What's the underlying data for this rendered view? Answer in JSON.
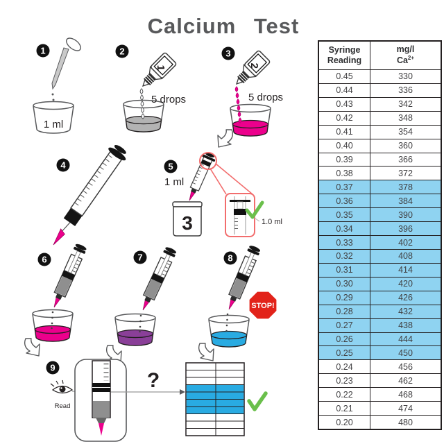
{
  "title": "Calcium Test",
  "steps": {
    "s1": {
      "num": "1",
      "cup_label": "1 ml"
    },
    "s2": {
      "num": "2",
      "bottle_label": "1",
      "drops_label": "5 drops"
    },
    "s3": {
      "num": "3",
      "bottle_label": "2",
      "drops_label": "5 drops"
    },
    "s4": {
      "num": "4"
    },
    "s5": {
      "num": "5",
      "volume_label": "1 ml",
      "jar_label": "3",
      "inset_label": "1.0 ml"
    },
    "s6": {
      "num": "6"
    },
    "s7": {
      "num": "7"
    },
    "s8": {
      "num": "8",
      "stop_label": "STOP!"
    },
    "s9": {
      "num": "9",
      "read_label": "Read",
      "question_label": "?"
    }
  },
  "table": {
    "header": {
      "col1_line1": "Syringe",
      "col1_line2": "Reading",
      "col2_line1": "mg/l",
      "col2_base": "Ca",
      "col2_sup": "2+"
    },
    "rows": [
      {
        "reading": "0.45",
        "value": "330",
        "highlight": false
      },
      {
        "reading": "0.44",
        "value": "336",
        "highlight": false
      },
      {
        "reading": "0.43",
        "value": "342",
        "highlight": false
      },
      {
        "reading": "0.42",
        "value": "348",
        "highlight": false
      },
      {
        "reading": "0.41",
        "value": "354",
        "highlight": false
      },
      {
        "reading": "0.40",
        "value": "360",
        "highlight": false
      },
      {
        "reading": "0.39",
        "value": "366",
        "highlight": false
      },
      {
        "reading": "0.38",
        "value": "372",
        "highlight": false
      },
      {
        "reading": "0.37",
        "value": "378",
        "highlight": true
      },
      {
        "reading": "0.36",
        "value": "384",
        "highlight": true
      },
      {
        "reading": "0.35",
        "value": "390",
        "highlight": true
      },
      {
        "reading": "0.34",
        "value": "396",
        "highlight": true
      },
      {
        "reading": "0.33",
        "value": "402",
        "highlight": true
      },
      {
        "reading": "0.32",
        "value": "408",
        "highlight": true
      },
      {
        "reading": "0.31",
        "value": "414",
        "highlight": true
      },
      {
        "reading": "0.30",
        "value": "420",
        "highlight": true
      },
      {
        "reading": "0.29",
        "value": "426",
        "highlight": true
      },
      {
        "reading": "0.28",
        "value": "432",
        "highlight": true
      },
      {
        "reading": "0.27",
        "value": "438",
        "highlight": true
      },
      {
        "reading": "0.26",
        "value": "444",
        "highlight": true
      },
      {
        "reading": "0.25",
        "value": "450",
        "highlight": true
      },
      {
        "reading": "0.24",
        "value": "456",
        "highlight": false
      },
      {
        "reading": "0.23",
        "value": "462",
        "highlight": false
      },
      {
        "reading": "0.22",
        "value": "468",
        "highlight": false
      },
      {
        "reading": "0.21",
        "value": "474",
        "highlight": false
      },
      {
        "reading": "0.20",
        "value": "480",
        "highlight": false
      }
    ]
  },
  "colors": {
    "magenta_liquid": "#ec008c",
    "purple_liquid": "#8a3f98",
    "blue_liquid": "#29abe2",
    "gray_liquid": "#b3b3b3",
    "table_highlight": "#8fd3f1",
    "mini_table_highlight": "#29abe2",
    "stop_red": "#e2231a",
    "callout_red": "#f26d6d",
    "check_green": "#6abf4b",
    "title_gray": "#58595b"
  }
}
